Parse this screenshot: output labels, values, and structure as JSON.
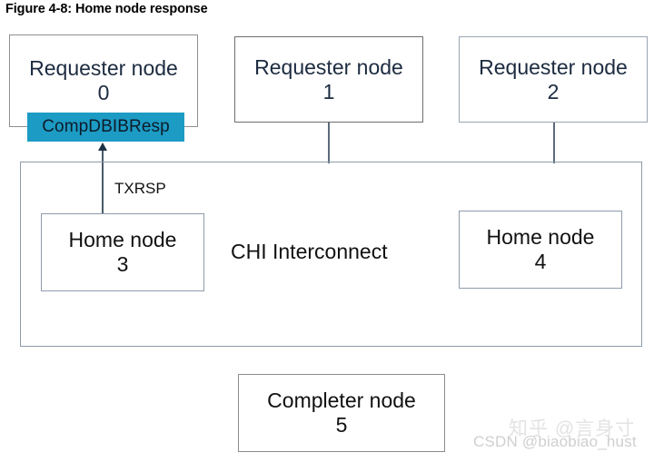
{
  "figure": {
    "title": "Figure 4-8: Home node response"
  },
  "nodes": {
    "requester0": {
      "line1": "Requester node",
      "line2": "0"
    },
    "requester1": {
      "line1": "Requester node",
      "line2": "1"
    },
    "requester2": {
      "line1": "Requester node",
      "line2": "2"
    },
    "home3": {
      "line1": "Home node",
      "line2": "3"
    },
    "home4": {
      "line1": "Home node",
      "line2": "4"
    },
    "completer5": {
      "line1": "Completer node",
      "line2": "5"
    }
  },
  "interconnect": {
    "label": "CHI Interconnect"
  },
  "messages": {
    "response_badge": "CompDBIBResp",
    "channel_label": "TXRSP"
  },
  "colors": {
    "badge_fill": "#1c9bc4",
    "badge_text": "#0d1b2a",
    "requester_text": "#1c2b40",
    "box_border_gray": "#8f8f8f",
    "box_border_blue": "#8d9bab",
    "connector": "#4a5a6b",
    "arrow_head": "#1c3144"
  },
  "watermarks": {
    "csdn": "CSDN @biaobiao_hust",
    "zhihu": "知乎 @言身寸"
  }
}
